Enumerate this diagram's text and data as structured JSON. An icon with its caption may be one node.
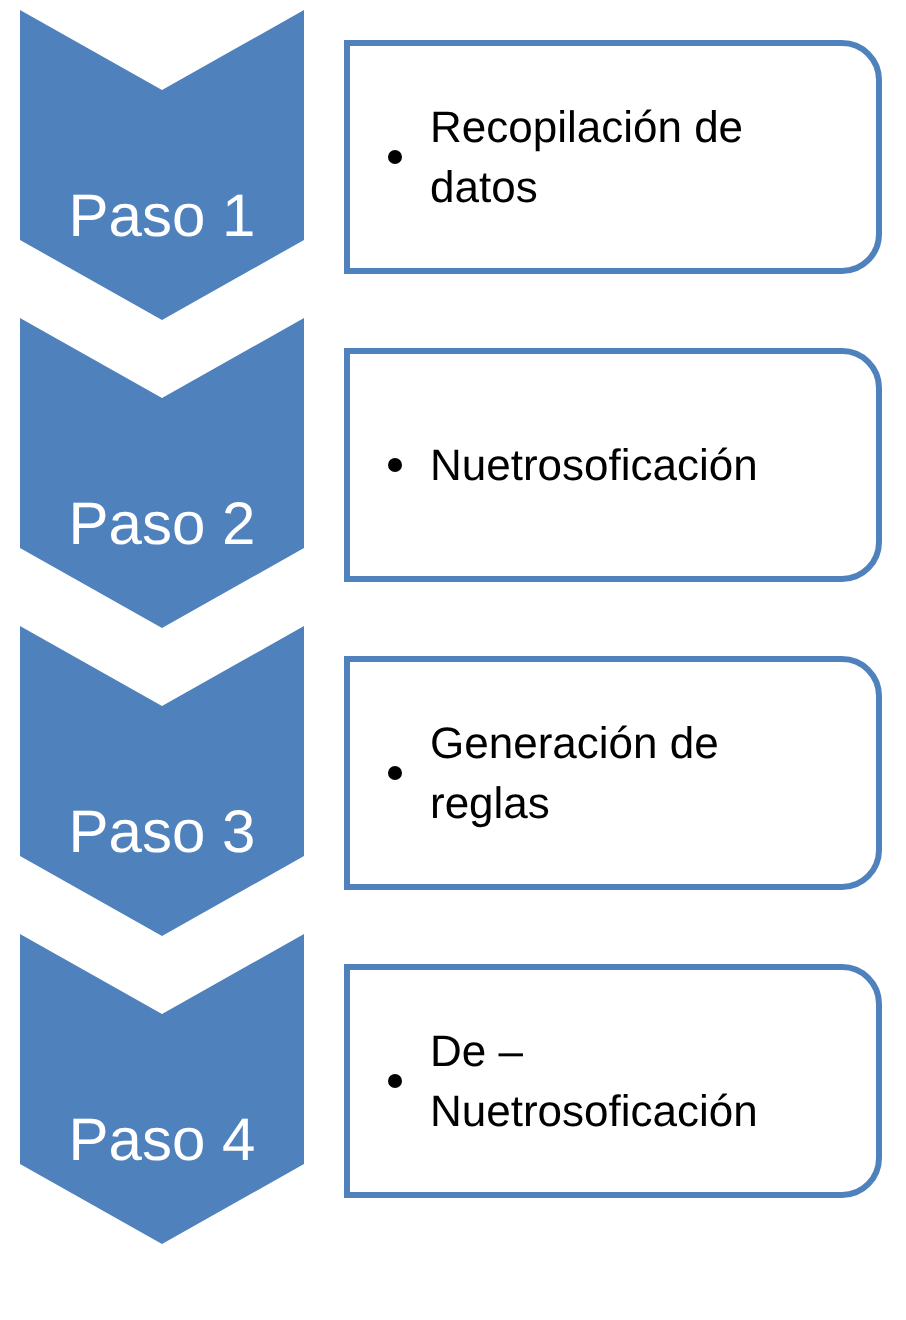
{
  "diagram": {
    "nodes": [
      {
        "text": [
          "Paso 1"
        ]
      },
      {
        "text": [
          "Recopilación de datos"
        ]
      },
      {
        "text": [
          "Paso 2"
        ]
      },
      {
        "text": [
          "Nuetrosoficación"
        ]
      },
      {
        "text": [
          "Paso 3"
        ]
      },
      {
        "text": [
          "Generación de reglas"
        ]
      },
      {
        "text": [
          "Paso 4"
        ]
      },
      {
        "text": [
          "De – Nuetrosoficación"
        ]
      }
    ]
  }
}
